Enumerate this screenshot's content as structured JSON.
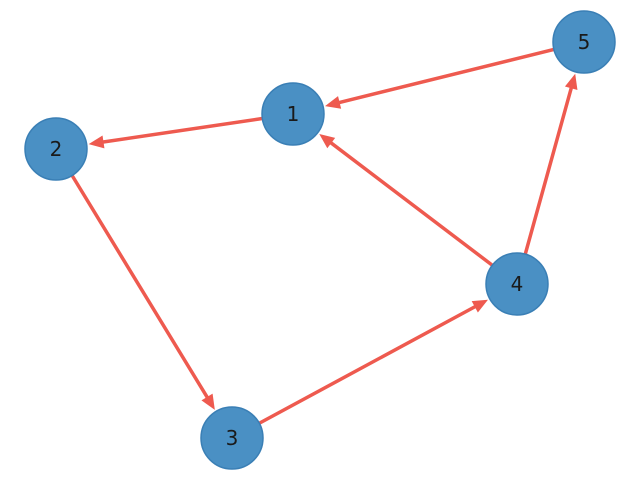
{
  "graph": {
    "type": "directed",
    "colors": {
      "node_fill": "#4a90c4",
      "node_stroke": "#3a7fb5",
      "edge": "#ee5a4f",
      "label": "#1a1a1a"
    },
    "nodes": [
      {
        "id": "1",
        "label": "1"
      },
      {
        "id": "2",
        "label": "2"
      },
      {
        "id": "3",
        "label": "3"
      },
      {
        "id": "4",
        "label": "4"
      },
      {
        "id": "5",
        "label": "5"
      }
    ],
    "edges": [
      {
        "source": "5",
        "target": "1"
      },
      {
        "source": "1",
        "target": "2"
      },
      {
        "source": "2",
        "target": "3"
      },
      {
        "source": "3",
        "target": "4"
      },
      {
        "source": "4",
        "target": "1"
      },
      {
        "source": "4",
        "target": "5"
      }
    ]
  }
}
